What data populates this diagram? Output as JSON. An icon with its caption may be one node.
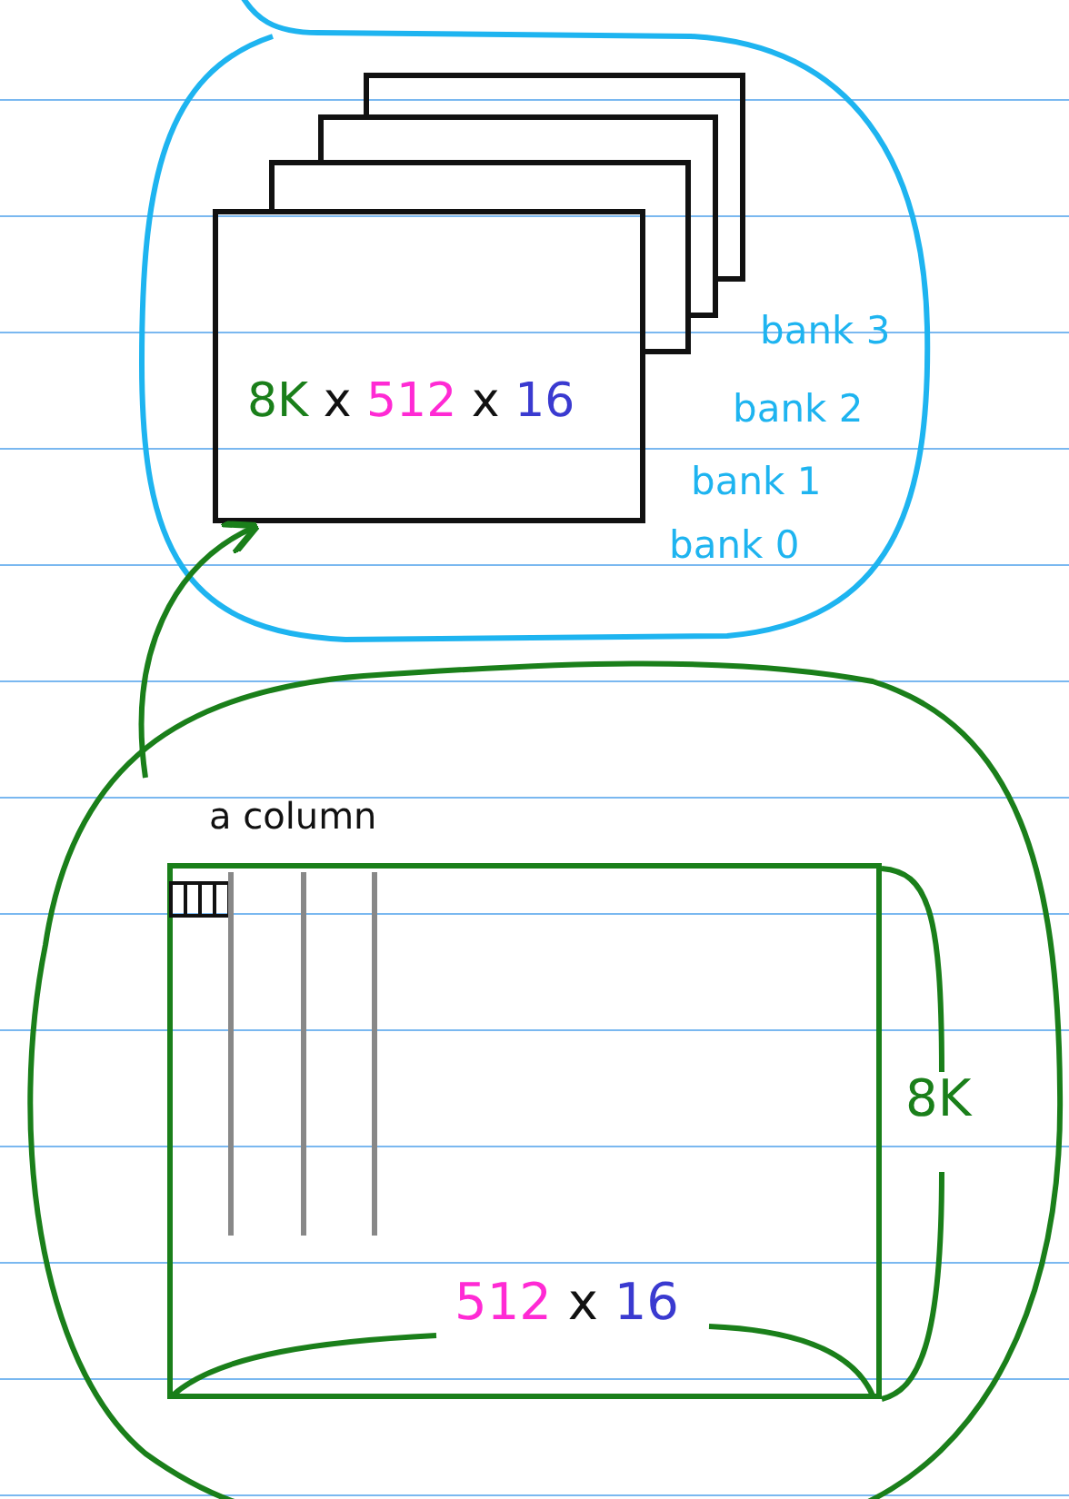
{
  "diagram": {
    "nodes": [
      {
        "text": [],
        "shape": "cloud"
      },
      {
        "text": [
          "bank 3"
        ],
        "in": 0
      },
      {
        "text": [
          "bank 2"
        ],
        "in": 0
      },
      {
        "text": [
          "bank 1"
        ],
        "in": 0
      },
      {
        "text": [
          "8K x 512 x 16",
          "bank 0"
        ],
        "in": 0
      },
      {
        "text": [],
        "shape": "cloud"
      },
      {
        "text": [],
        "shape": "box",
        "in": 5
      },
      {
        "text": [
          "a column"
        ],
        "in": 6
      }
    ],
    "edges": [
      {
        "from": 5,
        "to": 4,
        "arrow": "to",
        "color": "#1a7f1a"
      }
    ],
    "labels": [
      "8K",
      "512 x 16"
    ]
  }
}
